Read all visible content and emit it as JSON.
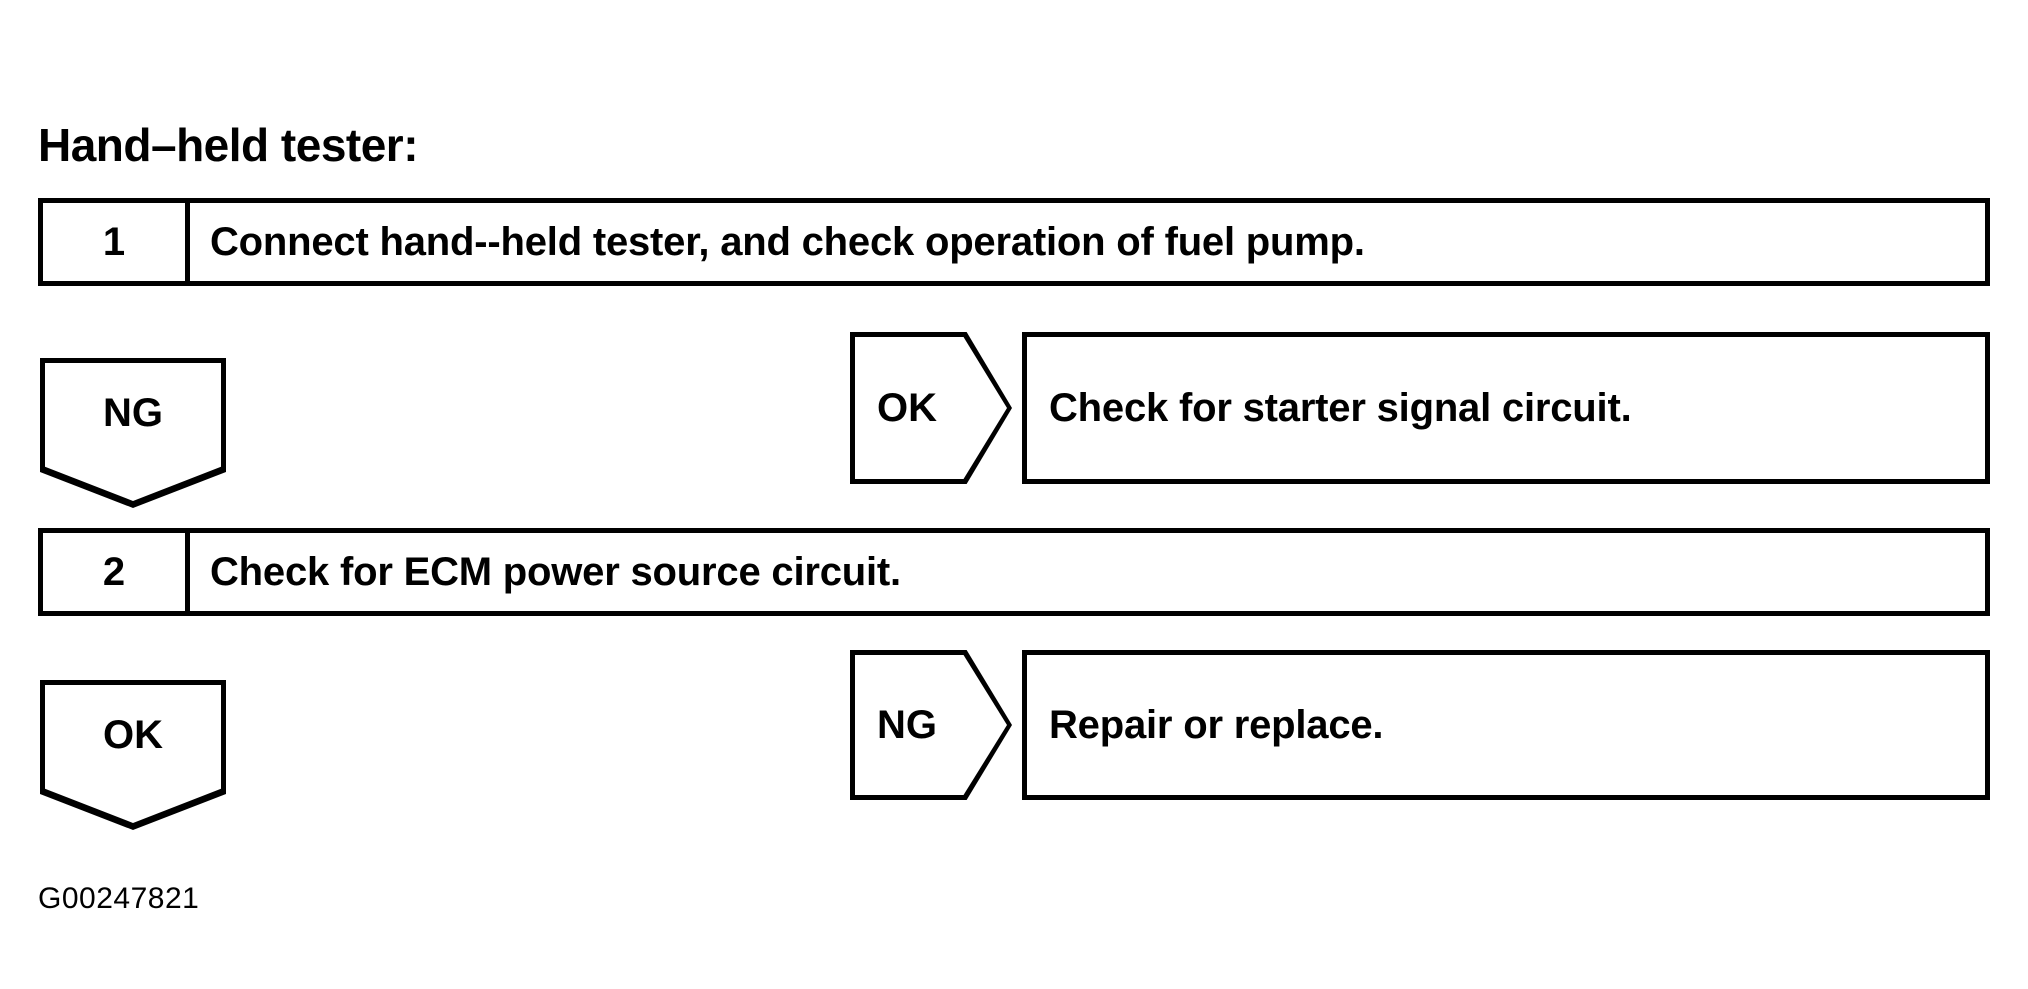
{
  "heading": "Hand–held tester:",
  "steps": [
    {
      "number": "1",
      "text": "Connect hand--held tester, and check operation of fuel pump."
    },
    {
      "number": "2",
      "text": "Check for ECM power source circuit."
    }
  ],
  "branches": [
    {
      "judgement": "OK",
      "shape": "arrow-right",
      "result": "Check for starter signal circuit."
    },
    {
      "judgement": "NG",
      "shape": "arrow-right",
      "result": "Repair or replace."
    }
  ],
  "flags": [
    {
      "judgement": "NG",
      "shape": "flag-down"
    },
    {
      "judgement": "OK",
      "shape": "flag-down"
    }
  ],
  "figure_code": "G00247821",
  "colors": {
    "ink": "#000000",
    "paper": "#ffffff"
  }
}
